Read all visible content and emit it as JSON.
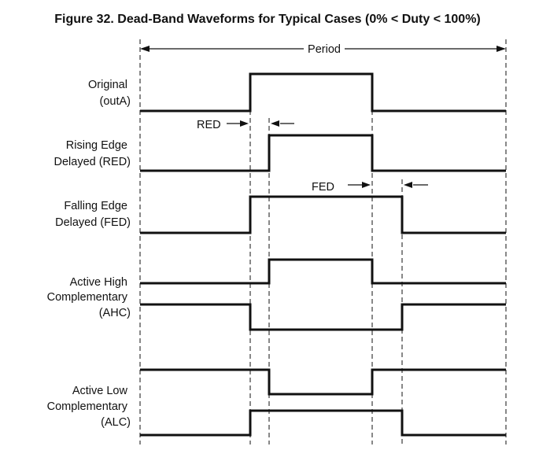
{
  "figure": {
    "title": "Figure 32. Dead-Band Waveforms for Typical Cases (0% < Duty < 100%)",
    "period_label": "Period",
    "red_label": "RED",
    "fed_label": "FED"
  },
  "signals": [
    {
      "id": "original",
      "label_lines": [
        "Original",
        "(outA)"
      ]
    },
    {
      "id": "red",
      "label_lines": [
        "Rising Edge",
        "Delayed (RED)"
      ]
    },
    {
      "id": "fed",
      "label_lines": [
        "Falling Edge",
        "Delayed (FED)"
      ]
    },
    {
      "id": "ahc",
      "label_lines": [
        "Active High",
        "Complementary",
        "(AHC)"
      ]
    },
    {
      "id": "alc",
      "label_lines": [
        "Active Low",
        "Complementary",
        "(ALC)"
      ]
    }
  ]
}
